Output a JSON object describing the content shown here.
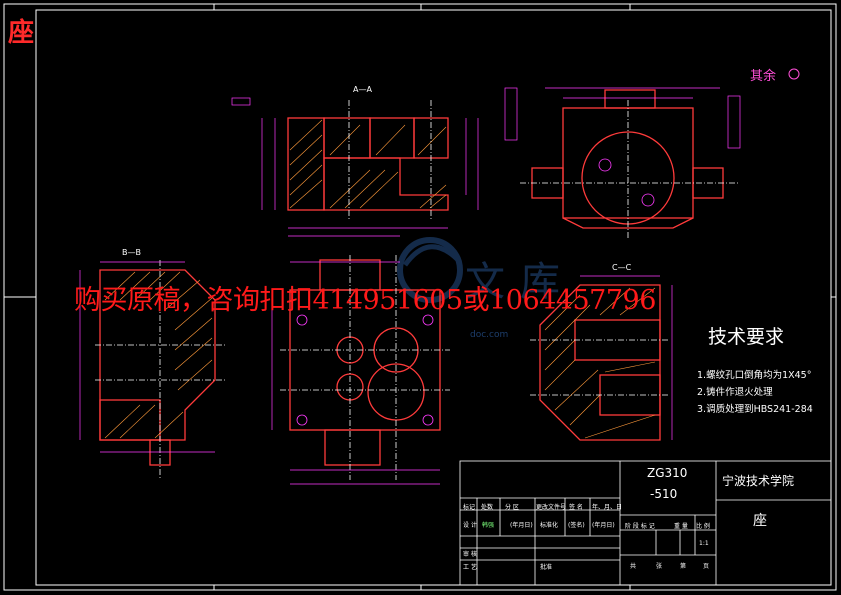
{
  "corner_title": "座",
  "watermark_promo": "购买原稿，咨询扣扣414951605或1064457796",
  "watermark_site": "doc.com",
  "roughness_note": "其余",
  "views": {
    "section_aa": "A—A",
    "section_bb": "B—B",
    "section_cc": "C—C"
  },
  "technical_requirements": {
    "title": "技术要求",
    "items": [
      "1.螺纹孔口倒角均为1X45°",
      "2.铸件作退火处理",
      "3.调质处理到HBS241-284"
    ]
  },
  "title_block": {
    "drawing_number_line1": "ZG310",
    "drawing_number_line2": "-510",
    "school": "宁波技术学院",
    "part_name": "座",
    "scale": "1:1",
    "header_row": [
      "标记",
      "处数",
      "分 区",
      "更改文件号",
      "签 名",
      "年、月、日"
    ],
    "design_row": [
      "设 计",
      "韩强",
      "(年月日)",
      "标准化",
      "(签名)",
      "(年月日)"
    ],
    "stage_labels": [
      "阶 段 标 记",
      "重 量",
      "比 例"
    ],
    "review_labels": [
      "审 核",
      "工 艺"
    ],
    "approve_label": "批准",
    "sheet_labels": [
      "共",
      "张",
      "第",
      "页"
    ]
  }
}
